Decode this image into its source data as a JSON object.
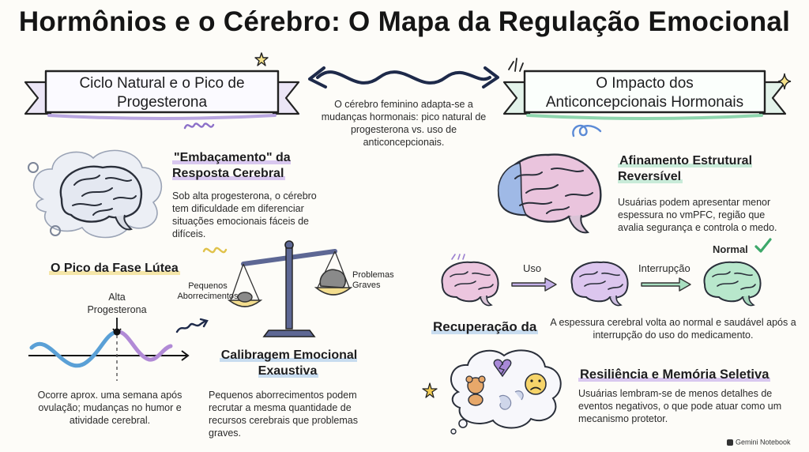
{
  "title": "Hormônios e o Cérebro: O Mapa da Regulação Emocional",
  "left_banner": "Ciclo Natural e o Pico de Progesterona",
  "right_banner": "O Impacto dos Anticoncepcionais Hormonais",
  "center_text": "O cérebro feminino adapta-se a mudanças hormonais: pico natural de progesterona vs. uso de anticoncepcionais.",
  "fog": {
    "heading": "\"Embaçamento\" da Resposta Cerebral",
    "body": "Sob alta progesterona, o cérebro tem dificuldade em diferenciar situações emocionais fáceis de difíceis."
  },
  "luteal": {
    "heading": "O Pico da Fase Lútea",
    "peak_label": "Alta Progesterona",
    "body": "Ocorre aprox. uma semana após ovulação; mudanças no humor e atividade cerebral."
  },
  "scale": {
    "left_label": "Pequenos Aborrecimentos",
    "right_label": "Problemas Graves"
  },
  "calibration": {
    "heading": "Calibragem Emocional Exaustiva",
    "body": "Pequenos aborrecimentos podem recrutar a mesma quantidade de recursos cerebrais que problemas graves."
  },
  "thinning": {
    "heading": "Afinamento Estrutural Reversível",
    "body": "Usuárias podem apresentar menor espessura no vmPFC, região que avalia segurança e controla o medo."
  },
  "flow": {
    "step1": "Uso",
    "step2": "Interrupção",
    "step3": "Normal"
  },
  "recovery": {
    "heading": "Recuperação da",
    "body": "A espessura cerebral volta ao normal e saudável após a interrupção do uso do medicamento."
  },
  "resilience": {
    "heading": "Resiliência e Memória Seletiva",
    "body": "Usuárias lembram-se de menos detalhes de eventos negativos, o que pode atuar como um mecanismo protetor."
  },
  "footer": "Gemini Notebook",
  "colors": {
    "purple": "#9b7fd0",
    "green": "#6cc596",
    "blue": "#6f97d6",
    "pink": "#e6a9c8",
    "yellow": "#f2cd52",
    "scale": "#5d6794"
  }
}
